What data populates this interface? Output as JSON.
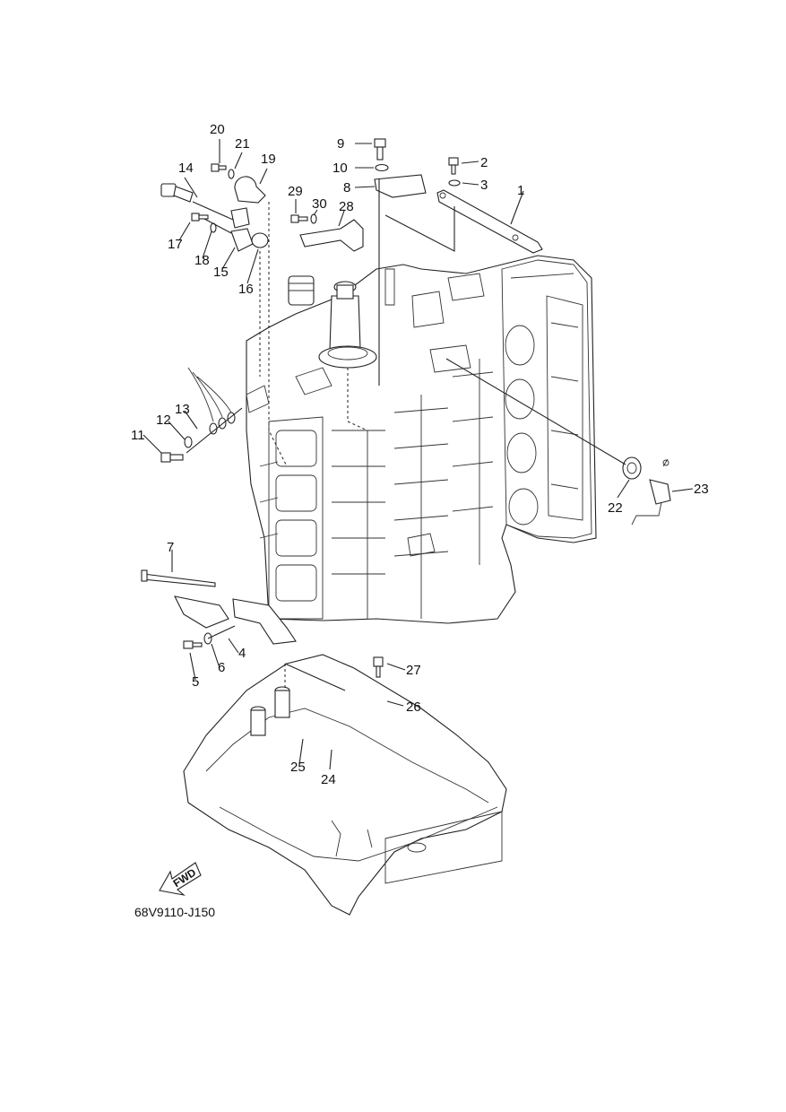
{
  "diagram": {
    "code": "68V9110-J150",
    "fwd_label": "FWD",
    "callouts": [
      {
        "n": "1"
      },
      {
        "n": "2"
      },
      {
        "n": "3"
      },
      {
        "n": "4"
      },
      {
        "n": "5"
      },
      {
        "n": "6"
      },
      {
        "n": "7"
      },
      {
        "n": "8"
      },
      {
        "n": "9"
      },
      {
        "n": "10"
      },
      {
        "n": "11"
      },
      {
        "n": "12"
      },
      {
        "n": "13"
      },
      {
        "n": "14"
      },
      {
        "n": "15"
      },
      {
        "n": "16"
      },
      {
        "n": "17"
      },
      {
        "n": "18"
      },
      {
        "n": "19"
      },
      {
        "n": "20"
      },
      {
        "n": "21"
      },
      {
        "n": "22"
      },
      {
        "n": "23"
      },
      {
        "n": "24"
      },
      {
        "n": "25"
      },
      {
        "n": "26"
      },
      {
        "n": "27"
      },
      {
        "n": "28"
      },
      {
        "n": "29"
      },
      {
        "n": "30"
      }
    ]
  }
}
